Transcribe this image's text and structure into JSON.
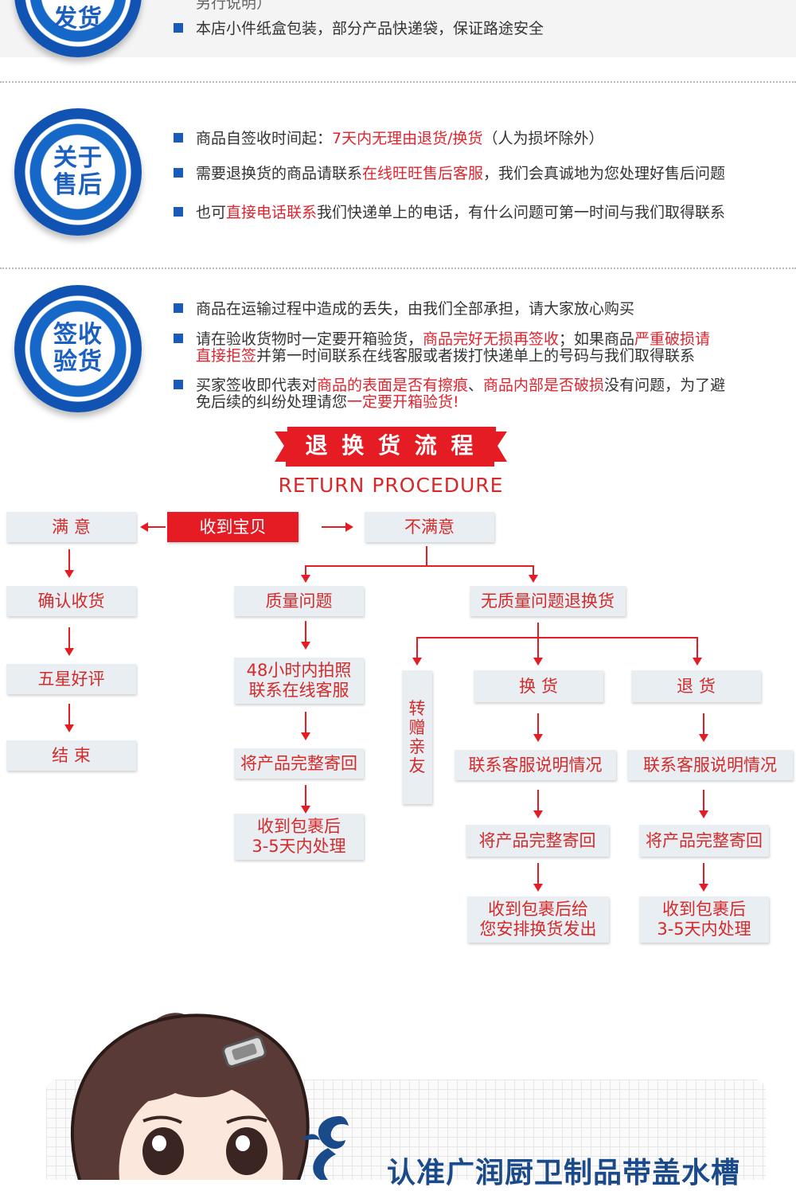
{
  "shipping": {
    "badge": [
      "发货"
    ],
    "partial_line": "另行说明）",
    "line": "本店小件纸盒包装，部分产品快递袋，保证路途安全"
  },
  "aftersale": {
    "badge": [
      "关于",
      "售后"
    ],
    "line1": {
      "a": "商品自签收时间起：",
      "b": "7天内无理由退货/换货",
      "c": "（人为损坏除外）"
    },
    "line2": {
      "a": "需要退换货的商品请联系",
      "b": "在线旺旺售后客服",
      "c": "，我们会真诚地为您处理好售后问题"
    },
    "line3": {
      "a": "也可",
      "b": "直接电话联系",
      "c": "我们快递单上的电话，有什么问题可第一时间与我们取得联系"
    }
  },
  "inspection": {
    "badge": [
      "签收",
      "验货"
    ],
    "line1": "商品在运输过程中造成的丢失，由我们全部承担，请大家放心购买",
    "line2": {
      "a": "请在验收货物时一定要开箱验货，",
      "b": "商品完好无损再签收",
      "c": "；如果商品",
      "d": "严重破损请",
      "e": "直接拒签",
      "f": "并第一时间联系在线客服或者拨打快递单上的号码与我们取得联系"
    },
    "line3": {
      "a": "买家签收即代表对",
      "b": "商品的表面是否有擦痕",
      "c": "、",
      "d": "商品内部是否破损",
      "e": "没有问题，为了避",
      "f": "免后续的纠纷处理请您",
      "g": "一定要开箱验货!"
    }
  },
  "procedure": {
    "title_cn": "退 换 货 流 程",
    "title_en": "RETURN PROCEDURE",
    "boxes": {
      "received": "收到宝贝",
      "satisfied": "满  意",
      "unsatisfied": "不满意",
      "confirm": "确认收货",
      "five_star": "五星好评",
      "end": "结  束",
      "quality": "质量问题",
      "no_quality": "无质量问题退换货",
      "photo": "48小时内拍照\n联系在线客服",
      "send_back_q": "将产品完整寄回",
      "process_q": "收到包裹后\n3-5天内处理",
      "gift": "转\n赠\n亲\n友",
      "exchange": "换  货",
      "refund": "退  货",
      "contact_ex": "联系客服说明情况",
      "contact_rf": "联系客服说明情况",
      "send_back_ex": "将产品完整寄回",
      "send_back_rf": "将产品完整寄回",
      "ship_ex": "收到包裹后给\n您安排换货发出",
      "process_rf": "收到包裹后\n3-5天内处理"
    }
  },
  "footer": {
    "headline": "认准广润厨卫制品带盖水槽"
  }
}
